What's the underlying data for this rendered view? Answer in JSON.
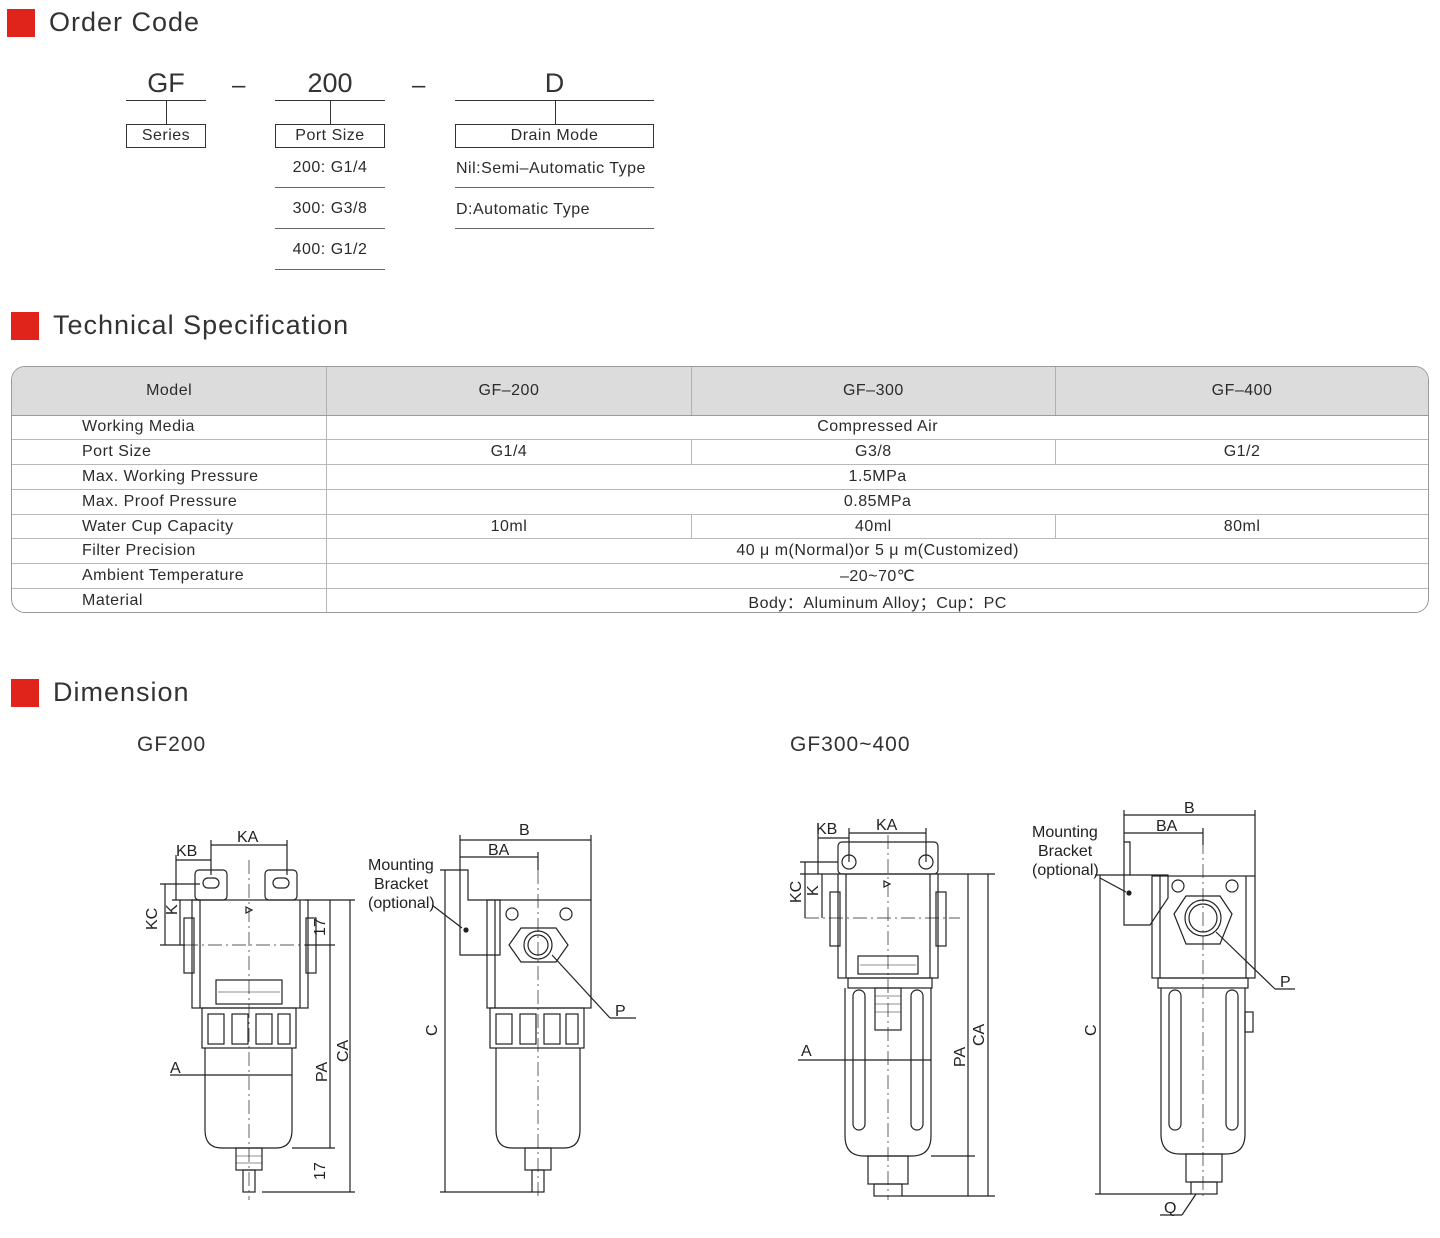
{
  "order_code": {
    "title": "Order Code",
    "codes": [
      "GF",
      "200",
      "D"
    ],
    "dashes": [
      "–",
      "–"
    ],
    "series_label": "Series",
    "port_size_label": "Port Size",
    "port_size_options": [
      "200: G1/4",
      "300: G3/8",
      "400: G1/2"
    ],
    "drain_mode_label": "Drain Mode",
    "drain_mode_options": [
      "Nil:Semi–Automatic Type",
      "D:Automatic Type"
    ]
  },
  "tech_spec": {
    "title": "Technical Specification",
    "headers": [
      "Model",
      "GF–200",
      "GF–300",
      "GF–400"
    ],
    "rows": [
      {
        "label": "Working Media",
        "span": "Compressed Air"
      },
      {
        "label": "Port Size",
        "values": [
          "G1/4",
          "G3/8",
          "G1/2"
        ]
      },
      {
        "label": "Max. Working Pressure",
        "span": "1.5MPa"
      },
      {
        "label": "Max. Proof Pressure",
        "span": "0.85MPa"
      },
      {
        "label": "Water Cup Capacity",
        "values": [
          "10ml",
          "40ml",
          "80ml"
        ]
      },
      {
        "label": "Filter Precision",
        "span": "40 μ m(Normal)or 5 μ m(Customized)"
      },
      {
        "label": "Ambient Temperature",
        "span": "–20~70℃"
      },
      {
        "label": "Material",
        "span": "Body：Aluminum Alloy；Cup：PC"
      }
    ]
  },
  "dimension": {
    "title": "Dimension",
    "gf200": {
      "title": "GF200",
      "front_labels": {
        "kb": "KB",
        "ka": "KA",
        "kc": "KC",
        "k": "K",
        "a": "A",
        "pa": "PA",
        "ca": "CA",
        "top17": "17",
        "bot17": "17"
      },
      "side_labels": {
        "b": "B",
        "ba": "BA",
        "c": "C",
        "p": "P"
      },
      "bracket": [
        "Mounting",
        "Bracket",
        "(optional)"
      ]
    },
    "gf300": {
      "title": "GF300~400",
      "front_labels": {
        "kb": "KB",
        "ka": "KA",
        "kc": "KC",
        "k": "K",
        "a": "A",
        "pa": "PA",
        "ca": "CA"
      },
      "side_labels": {
        "b": "B",
        "ba": "BA",
        "c": "C",
        "p": "P",
        "q": "Q"
      },
      "bracket": [
        "Mounting",
        "Bracket",
        "(optional)"
      ]
    }
  },
  "colors": {
    "accent": "#e0241b",
    "header_bg": "#dcdcdc",
    "line": "#222222"
  }
}
